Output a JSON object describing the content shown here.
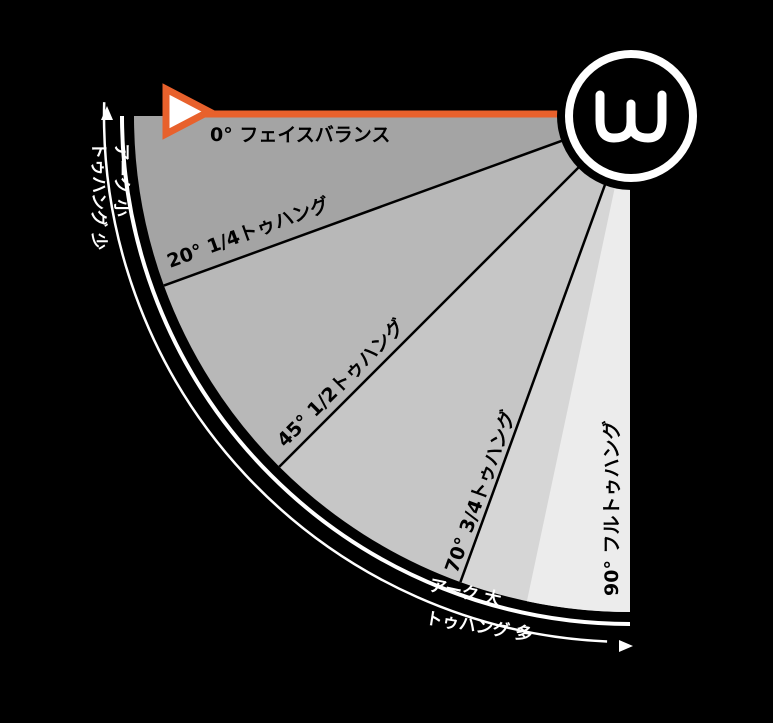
{
  "segments": [
    {
      "angle_deg": 0,
      "label": "0° フェイスバランス",
      "fill": "#a4a4a4"
    },
    {
      "angle_deg": 20,
      "label": "20° 1/4トゥハング",
      "fill": "#b8b8b8"
    },
    {
      "angle_deg": 45,
      "label": "45° 1/2トゥハング",
      "fill": "#c6c6c6"
    },
    {
      "angle_deg": 70,
      "label": "70° 3/4トゥハング",
      "fill": "#d6d6d6"
    },
    {
      "angle_deg": 90,
      "label": "90° フルトゥハング",
      "fill": "#ececec"
    }
  ],
  "side_labels": {
    "small_arc": "アーク 小",
    "less_toe_hang": "トゥハング 少",
    "large_arc": "アーク 大",
    "more_toe_hang": "トゥハング 多"
  },
  "colors": {
    "background": "#000000",
    "accent": "#e8612c",
    "divider": "#000000"
  },
  "logo": {
    "glyph": "ω",
    "icon": "brand-logo-icon"
  },
  "marker": {
    "icon": "orange-triangle-pointer-icon"
  }
}
